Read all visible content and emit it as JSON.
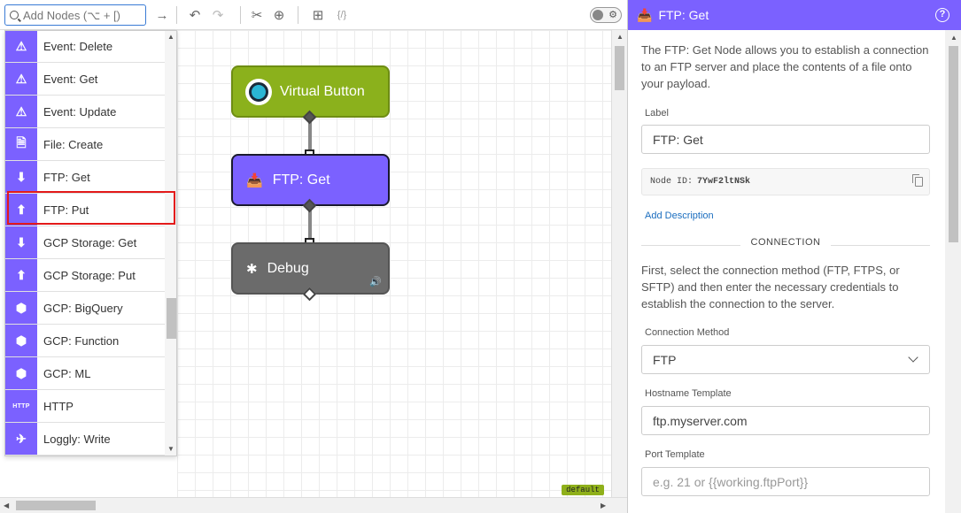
{
  "toolbar": {
    "search_placeholder": "Add Nodes (⌥ + [)"
  },
  "palette": {
    "items": [
      {
        "label": "Event: Delete",
        "icon": "warning-delete-icon",
        "glyph": "⚠"
      },
      {
        "label": "Event: Get",
        "icon": "warning-get-icon",
        "glyph": "⚠"
      },
      {
        "label": "Event: Update",
        "icon": "warning-update-icon",
        "glyph": "⚠"
      },
      {
        "label": "File: Create",
        "icon": "file-plus-icon",
        "glyph": "🗎"
      },
      {
        "label": "FTP: Get",
        "icon": "folder-download-icon",
        "glyph": "⬇"
      },
      {
        "label": "FTP: Put",
        "icon": "folder-upload-icon",
        "glyph": "⬆"
      },
      {
        "label": "GCP Storage: Get",
        "icon": "storage-download-icon",
        "glyph": "⬇"
      },
      {
        "label": "GCP Storage: Put",
        "icon": "storage-upload-icon",
        "glyph": "⬆"
      },
      {
        "label": "GCP: BigQuery",
        "icon": "hexagon-bigquery-icon",
        "glyph": "⬢"
      },
      {
        "label": "GCP: Function",
        "icon": "hexagon-function-icon",
        "glyph": "⬢"
      },
      {
        "label": "GCP: ML",
        "icon": "hexagon-ml-icon",
        "glyph": "⬢"
      },
      {
        "label": "HTTP",
        "icon": "http-icon",
        "glyph": "HTTP"
      },
      {
        "label": "Loggly: Write",
        "icon": "loggly-bird-icon",
        "glyph": "✈"
      }
    ]
  },
  "canvas": {
    "nodes": {
      "virtual_button": "Virtual Button",
      "ftp_get": "FTP: Get",
      "debug": "Debug"
    },
    "tag": "default"
  },
  "panel": {
    "title": "FTP: Get",
    "intro": "The FTP: Get Node allows you to establish a connection to an FTP server and place the contents of a file onto your payload.",
    "label_heading": "Label",
    "label_value": "FTP: Get",
    "node_id_label": "Node ID:",
    "node_id_value": "7YwF2ltNSk",
    "add_description": "Add Description",
    "section_connection": "CONNECTION",
    "connection_help": "First, select the connection method (FTP, FTPS, or SFTP) and then enter the necessary credentials to establish the connection to the server.",
    "connection_method_label": "Connection Method",
    "connection_method_value": "FTP",
    "hostname_label": "Hostname Template",
    "hostname_value": "ftp.myserver.com",
    "port_label": "Port Template",
    "port_placeholder": "e.g. 21 or {{working.ftpPort}}"
  },
  "colors": {
    "accent": "#7b61ff",
    "virtual_button": "#8bb11c",
    "debug": "#6b6b6b",
    "highlight": "#e31a1a"
  }
}
